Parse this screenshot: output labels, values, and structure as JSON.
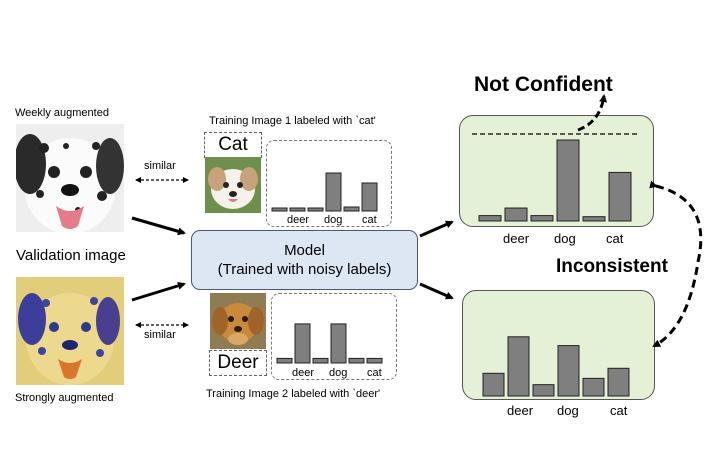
{
  "left": {
    "weak_label": "Weekly augmented",
    "validation_label": "Validation image",
    "strong_label": "Strongly augmented",
    "similar_top": "similar",
    "similar_bottom": "similar"
  },
  "model": {
    "line1": "Model",
    "line2": "(Trained with noisy labels)"
  },
  "train1": {
    "caption": "Training Image 1 labeled with `cat'",
    "tag": "Cat",
    "x_labels": [
      "deer",
      "dog",
      "cat"
    ]
  },
  "train2": {
    "caption": "Training Image 2 labeled with `deer'",
    "tag": "Deer",
    "x_labels": [
      "deer",
      "dog",
      "cat"
    ]
  },
  "right": {
    "not_confident": "Not Confident",
    "inconsistent": "Inconsistent",
    "top_x_labels": [
      "deer",
      "dog",
      "cat"
    ],
    "bottom_x_labels": [
      "deer",
      "dog",
      "cat"
    ]
  },
  "colors": {
    "panel_green": "#e4f1d6",
    "bar_gray": "#7f7f7f",
    "model_blue": "#dde6f3"
  },
  "chart_data": [
    {
      "type": "bar",
      "values": [
        0.03,
        0.03,
        0.03,
        0.38,
        0.04,
        0.28
      ]
    },
    {
      "type": "bar",
      "values": [
        0.04,
        0.34,
        0.04,
        0.34,
        0.04,
        0.04
      ]
    },
    {
      "type": "bar",
      "values": [
        0.05,
        0.12,
        0.05,
        0.75,
        0.04,
        0.45
      ]
    },
    {
      "type": "bar",
      "values": [
        0.18,
        0.47,
        0.09,
        0.4,
        0.14,
        0.22
      ]
    }
  ]
}
